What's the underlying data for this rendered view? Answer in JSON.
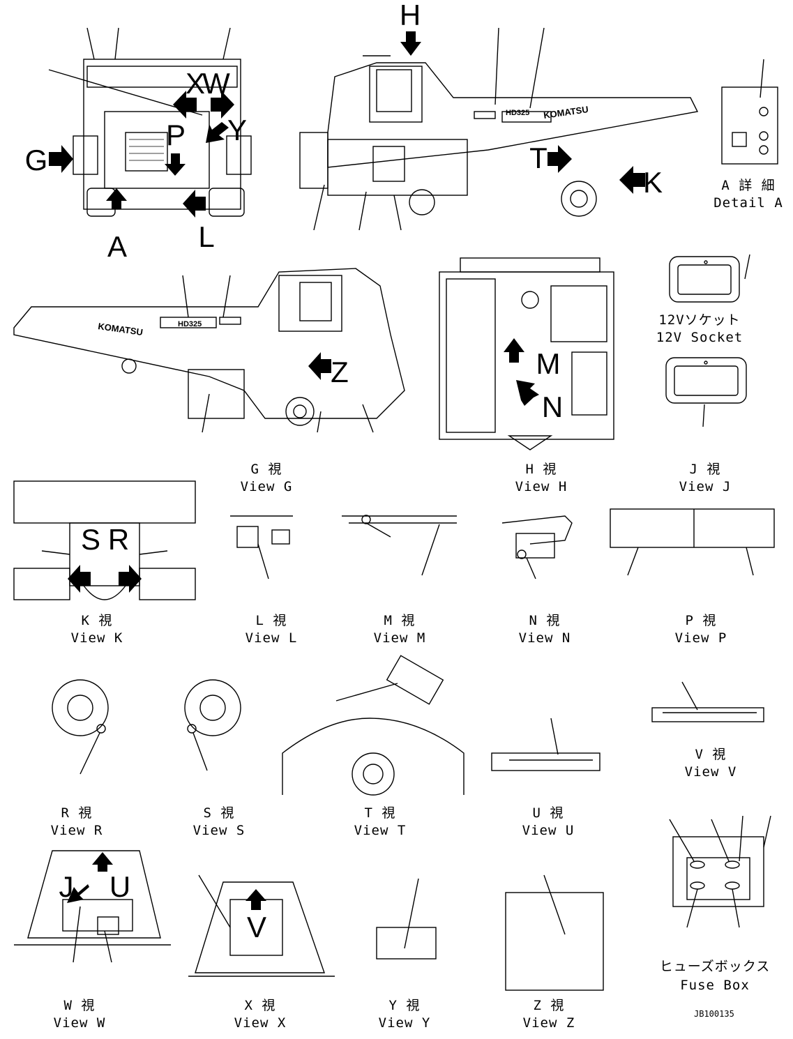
{
  "views": [
    {
      "jp": "G 視",
      "en": "View G"
    },
    {
      "jp": "H 視",
      "en": "View H"
    },
    {
      "jp": "J 視",
      "en": "View J"
    },
    {
      "jp": "K 視",
      "en": "View K"
    },
    {
      "jp": "L 視",
      "en": "View L"
    },
    {
      "jp": "M 視",
      "en": "View M"
    },
    {
      "jp": "N 視",
      "en": "View N"
    },
    {
      "jp": "P 視",
      "en": "View P"
    },
    {
      "jp": "R 視",
      "en": "View R"
    },
    {
      "jp": "S 視",
      "en": "View S"
    },
    {
      "jp": "T 視",
      "en": "View T"
    },
    {
      "jp": "U 視",
      "en": "View U"
    },
    {
      "jp": "V 視",
      "en": "View V"
    },
    {
      "jp": "W 視",
      "en": "View W"
    },
    {
      "jp": "X 視",
      "en": "View X"
    },
    {
      "jp": "Y 視",
      "en": "View Y"
    },
    {
      "jp": "Z 視",
      "en": "View Z"
    }
  ],
  "details": {
    "detail_a": {
      "jp": "A 詳 細",
      "en": "Detail A"
    },
    "socket": {
      "jp": "12Vソケット",
      "en": "12V Socket"
    },
    "fusebox": {
      "jp": "ヒューズボックス",
      "en": "Fuse Box"
    }
  },
  "arrow_letters": [
    "G",
    "A",
    "L",
    "P",
    "X",
    "W",
    "Y",
    "H",
    "T",
    "K",
    "Z",
    "M",
    "N",
    "S",
    "R",
    "J",
    "U",
    "V"
  ],
  "brand_marks": [
    "KOMATSU",
    "HD325"
  ],
  "drawing_code": "JB100135"
}
